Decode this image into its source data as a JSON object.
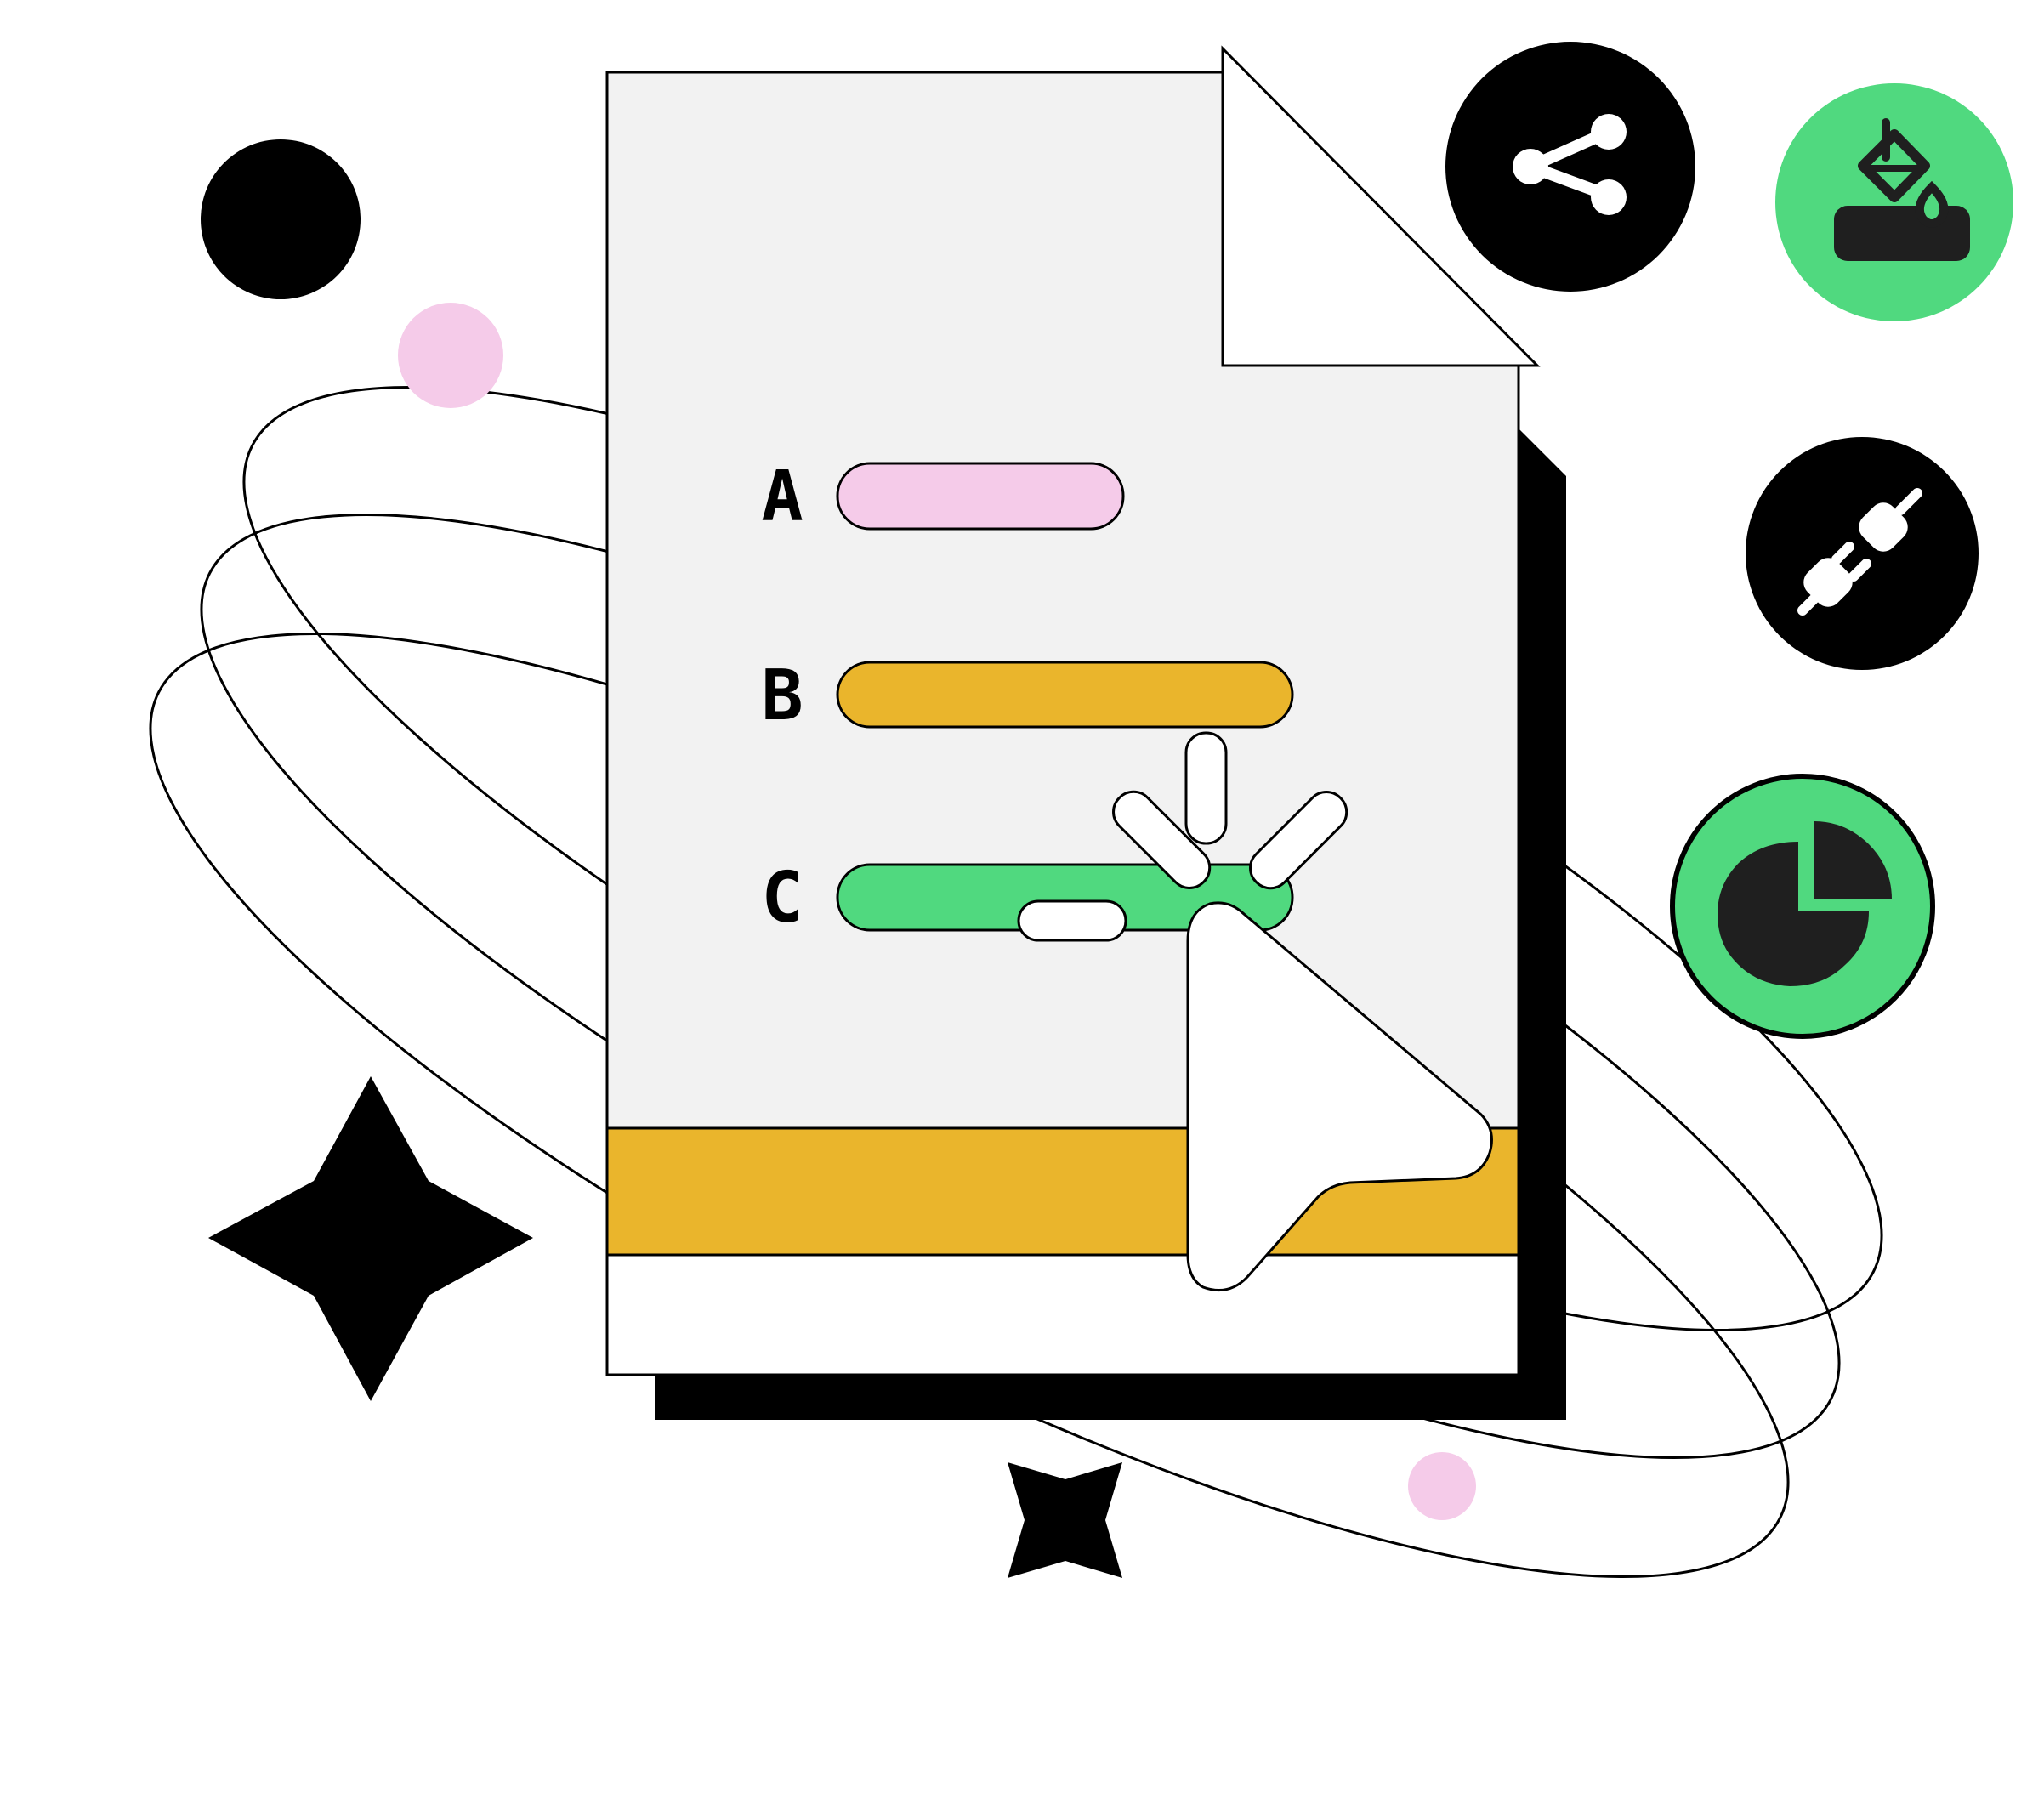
{
  "options": [
    {
      "letter": "A",
      "color": "#f5cbe9"
    },
    {
      "letter": "B",
      "color": "#eab52c"
    },
    {
      "letter": "C",
      "color": "#50d97f"
    }
  ],
  "palette": {
    "paper": "#f2f2f2",
    "footer_band": "#eab52c",
    "ink": "#000000",
    "pink": "#f5cbe9",
    "yellow": "#eab52c",
    "green": "#50d97f",
    "white": "#ffffff"
  },
  "icons": [
    {
      "name": "share-icon",
      "background": "#000000"
    },
    {
      "name": "paint-bucket-icon",
      "background": "#50d97f"
    },
    {
      "name": "plug-connect-icon",
      "background": "#000000"
    },
    {
      "name": "pie-chart-icon",
      "background": "#50d97f"
    }
  ]
}
